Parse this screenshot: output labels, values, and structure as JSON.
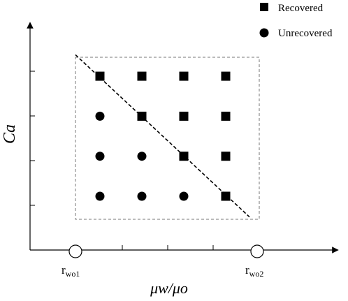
{
  "chart_data": {
    "type": "scatter",
    "title": "",
    "xlabel": "μw/μo",
    "ylabel": "Ca",
    "x_tick_labels": [
      {
        "main": "r",
        "sub": "wo1"
      },
      {
        "main": "r",
        "sub": "wo2"
      }
    ],
    "categories_x": [
      1,
      2,
      3,
      4
    ],
    "categories_y": [
      1,
      2,
      3,
      4
    ],
    "legend": {
      "placement": "top-right",
      "entries": [
        {
          "label": "Recovered",
          "marker": "square"
        },
        {
          "label": "Unrecovered",
          "marker": "circle"
        }
      ]
    },
    "series": [
      {
        "name": "Recovered",
        "marker": "square",
        "points": [
          {
            "x": 1,
            "y": 4
          },
          {
            "x": 2,
            "y": 4
          },
          {
            "x": 3,
            "y": 4
          },
          {
            "x": 4,
            "y": 4
          },
          {
            "x": 2,
            "y": 3
          },
          {
            "x": 3,
            "y": 3
          },
          {
            "x": 4,
            "y": 3
          },
          {
            "x": 3,
            "y": 2
          },
          {
            "x": 4,
            "y": 2
          },
          {
            "x": 4,
            "y": 1
          }
        ]
      },
      {
        "name": "Unrecovered",
        "marker": "circle",
        "points": [
          {
            "x": 1,
            "y": 3
          },
          {
            "x": 1,
            "y": 2
          },
          {
            "x": 2,
            "y": 2
          },
          {
            "x": 1,
            "y": 1
          },
          {
            "x": 2,
            "y": 1
          },
          {
            "x": 3,
            "y": 1
          }
        ]
      }
    ],
    "boundary_line": {
      "style": "dashed",
      "from": {
        "x": 0.5,
        "y": 4.5
      },
      "to": {
        "x": 4.5,
        "y": 0.5
      }
    },
    "region_box": {
      "style": "dashed"
    },
    "grid": false
  }
}
